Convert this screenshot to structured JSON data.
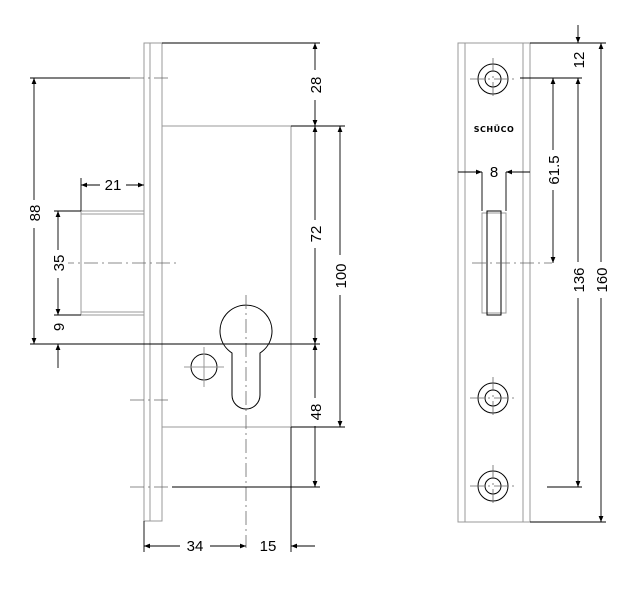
{
  "drawing": {
    "side_view": {
      "dimensions": {
        "top_offset": "28",
        "cylinder_to_top_body": "72",
        "body_height": "100",
        "cylinder_to_bottom": "48",
        "bolt_to_cylinder_total": "88",
        "bolt_height": "35",
        "bolt_gap": "9",
        "bolt_throw": "21",
        "backset": "34",
        "cylinder_to_edge": "15"
      }
    },
    "front_view": {
      "logo_text": "SCHÜCO",
      "dimensions": {
        "top_hole": "12",
        "slot_width": "8",
        "hole_to_slot_center": "61.5",
        "hole_spacing": "136",
        "faceplate_length": "160"
      }
    }
  }
}
